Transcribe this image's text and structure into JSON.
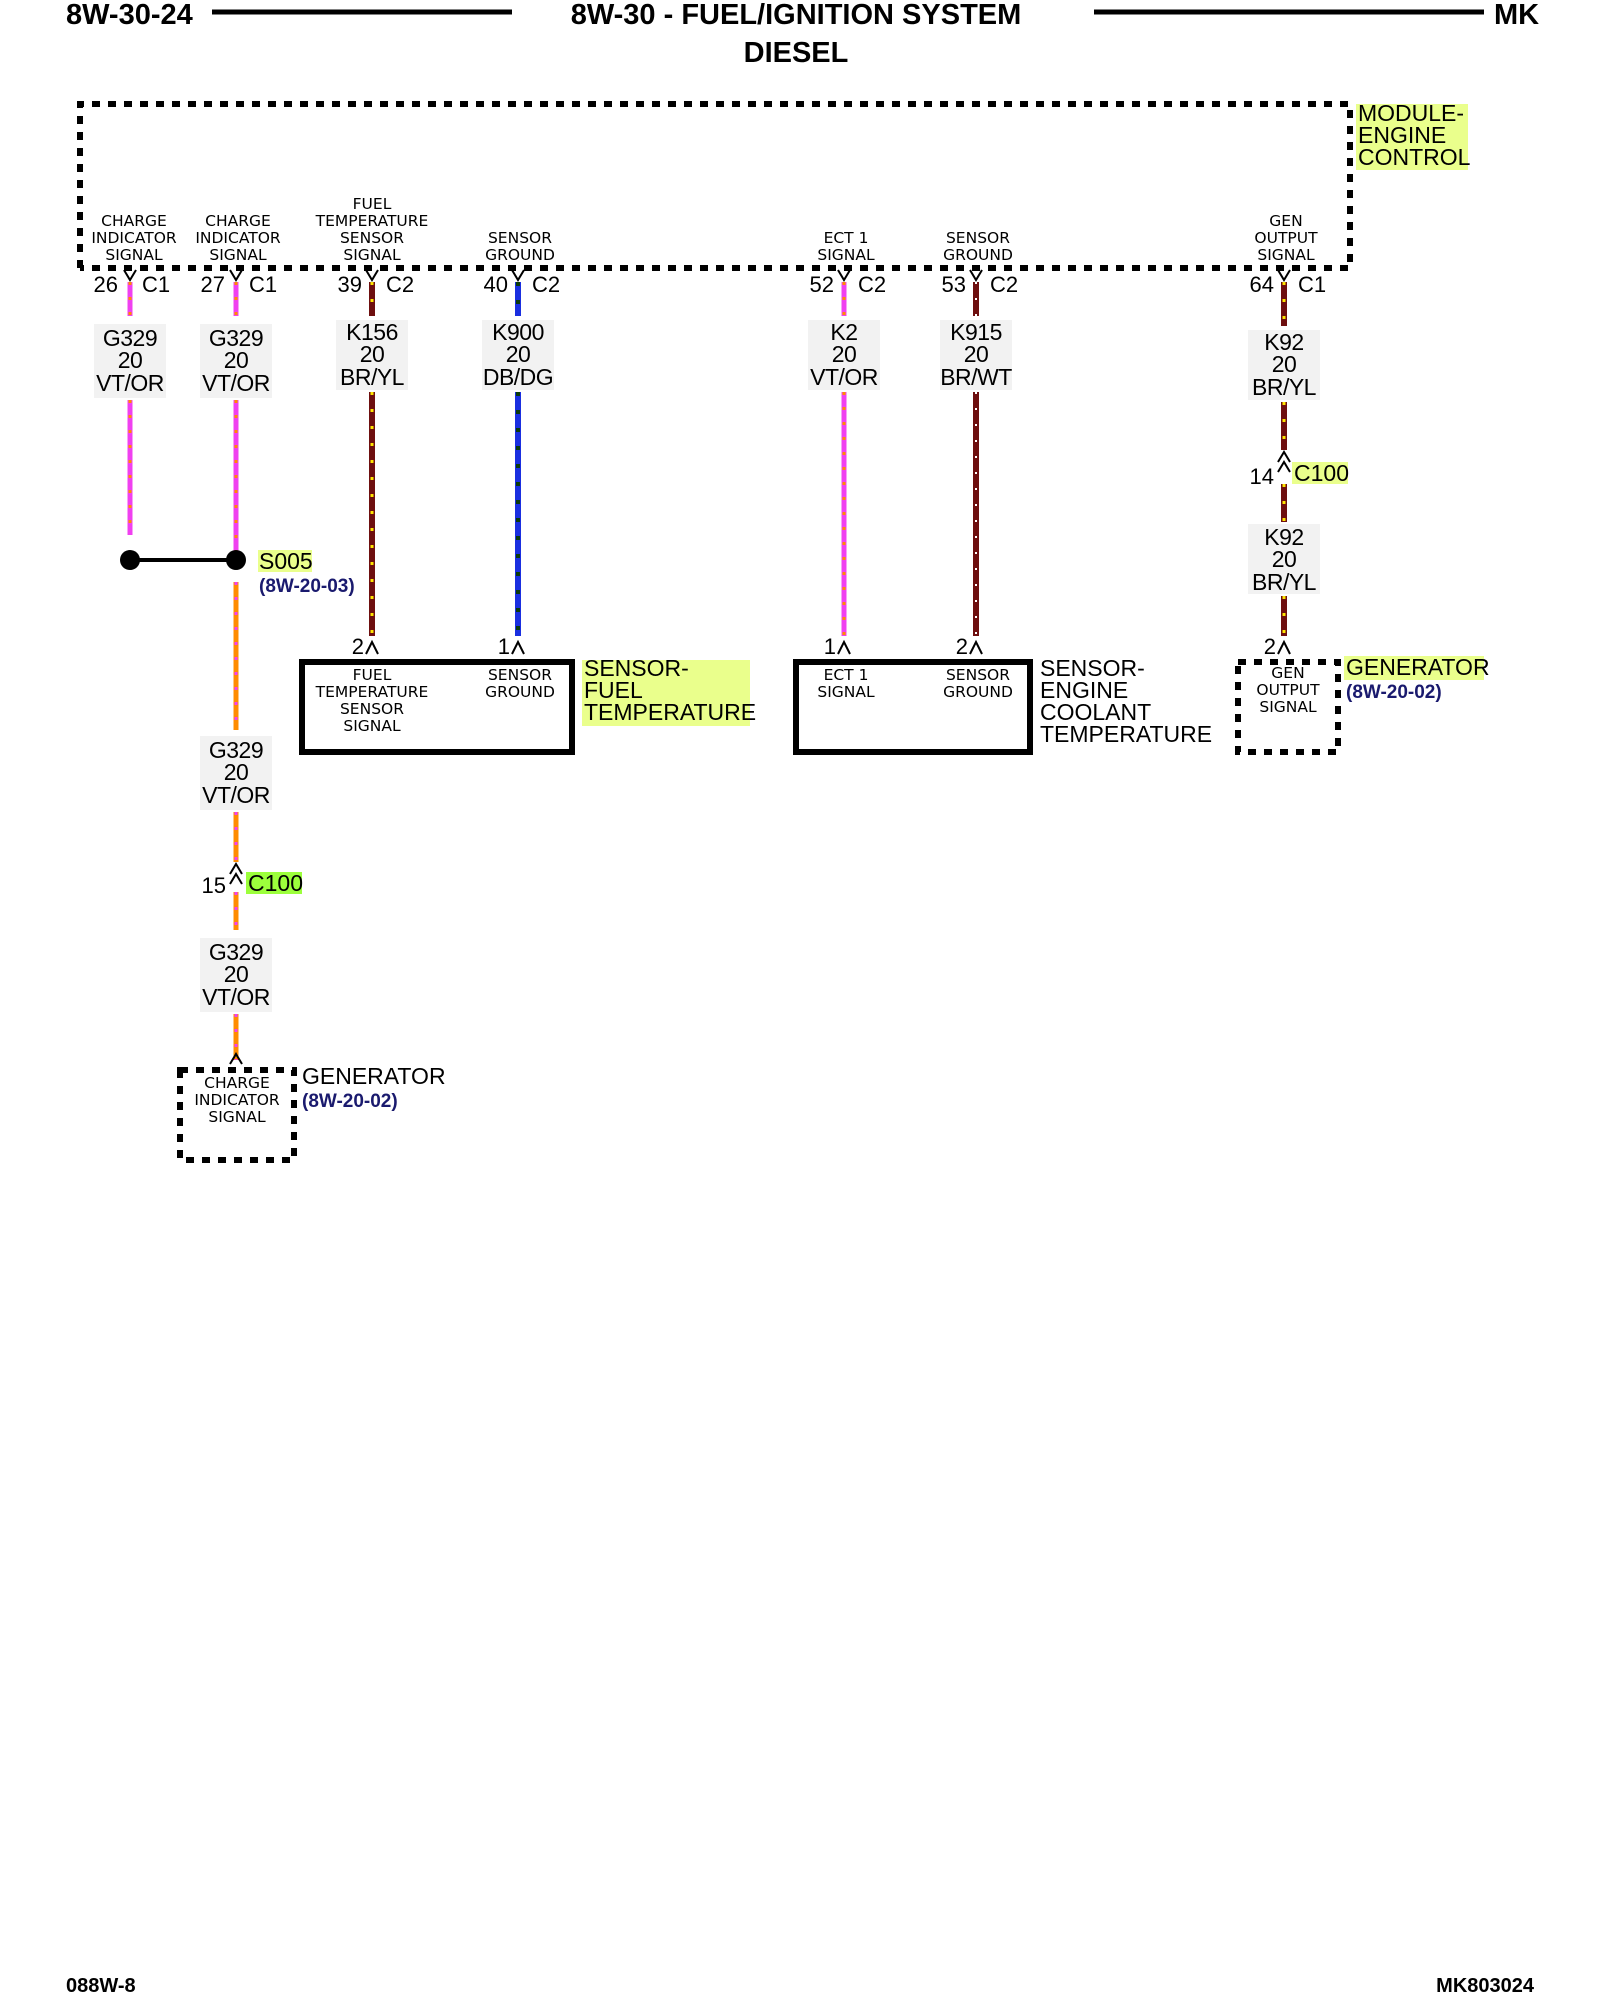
{
  "header": {
    "page_id": "8W-30-24",
    "title": "8W-30 - FUEL/IGNITION SYSTEM",
    "subtitle": "DIESEL",
    "model": "MK"
  },
  "footer": {
    "left_code": "088W-8",
    "right_code": "MK803024"
  },
  "module": {
    "name_line1": "MODULE-",
    "name_line2": "ENGINE",
    "name_line3": "CONTROL",
    "highlight_color": "#eaff8c"
  },
  "pins": [
    {
      "label": [
        "CHARGE",
        "INDICATOR",
        "SIGNAL"
      ],
      "pin": "26",
      "conn": "C1"
    },
    {
      "label": [
        "CHARGE",
        "INDICATOR",
        "SIGNAL"
      ],
      "pin": "27",
      "conn": "C1"
    },
    {
      "label": [
        "FUEL",
        "TEMPERATURE",
        "SENSOR",
        "SIGNAL"
      ],
      "pin": "39",
      "conn": "C2"
    },
    {
      "label": [
        "SENSOR",
        "GROUND"
      ],
      "pin": "40",
      "conn": "C2"
    },
    {
      "label": [
        "ECT 1",
        "SIGNAL"
      ],
      "pin": "52",
      "conn": "C2"
    },
    {
      "label": [
        "SENSOR",
        "GROUND"
      ],
      "pin": "53",
      "conn": "C2"
    },
    {
      "label": [
        "GEN",
        "OUTPUT",
        "SIGNAL"
      ],
      "pin": "64",
      "conn": "C1"
    }
  ],
  "wires": [
    {
      "circuit": "G329",
      "gauge": "20",
      "color": "VT/OR"
    },
    {
      "circuit": "G329",
      "gauge": "20",
      "color": "VT/OR"
    },
    {
      "circuit": "K156",
      "gauge": "20",
      "color": "BR/YL"
    },
    {
      "circuit": "K900",
      "gauge": "20",
      "color": "DB/DG"
    },
    {
      "circuit": "K2",
      "gauge": "20",
      "color": "VT/OR"
    },
    {
      "circuit": "K915",
      "gauge": "20",
      "color": "BR/WT"
    },
    {
      "circuit": "K92",
      "gauge": "20",
      "color": "BR/YL"
    }
  ],
  "lower_wires": [
    {
      "circuit": "K92",
      "gauge": "20",
      "color": "BR/YL"
    },
    {
      "circuit": "G329",
      "gauge": "20",
      "color": "VT/OR"
    },
    {
      "circuit": "G329",
      "gauge": "20",
      "color": "VT/OR"
    }
  ],
  "splice": {
    "name": "S005",
    "ref": "(8W-20-03)"
  },
  "inline_connectors": [
    {
      "pin": "14",
      "name": "C100"
    },
    {
      "pin": "15",
      "name": "C100"
    }
  ],
  "components": {
    "fuel_temp_sensor": {
      "name": [
        "SENSOR-",
        "FUEL",
        "TEMPERATURE"
      ],
      "pins": [
        {
          "pin": "2",
          "label": [
            "FUEL",
            "TEMPERATURE",
            "SENSOR",
            "SIGNAL"
          ]
        },
        {
          "pin": "1",
          "label": [
            "SENSOR",
            "GROUND"
          ]
        }
      ]
    },
    "coolant_temp_sensor": {
      "name": [
        "SENSOR-",
        "ENGINE",
        "COOLANT",
        "TEMPERATURE"
      ],
      "pins": [
        {
          "pin": "1",
          "label": [
            "ECT 1",
            "SIGNAL"
          ]
        },
        {
          "pin": "2",
          "label": [
            "SENSOR",
            "GROUND"
          ]
        }
      ]
    },
    "generator_right": {
      "name": "GENERATOR",
      "ref": "(8W-20-02)",
      "pin": "2",
      "label": [
        "GEN",
        "OUTPUT",
        "SIGNAL"
      ]
    },
    "generator_left": {
      "name": "GENERATOR",
      "ref": "(8W-20-02)",
      "label": [
        "CHARGE",
        "INDICATOR",
        "SIGNAL"
      ]
    }
  },
  "colors": {
    "violet": "#f040f0",
    "orange": "#ff8c00",
    "brown": "#6e0f0f",
    "yellow": "#ffe600",
    "dark_blue": "#1a2fe0",
    "dark_green": "#0a3a0a",
    "white": "#ffffff",
    "highlight": "#eaff8c",
    "highlight_green": "#9cff3c"
  }
}
